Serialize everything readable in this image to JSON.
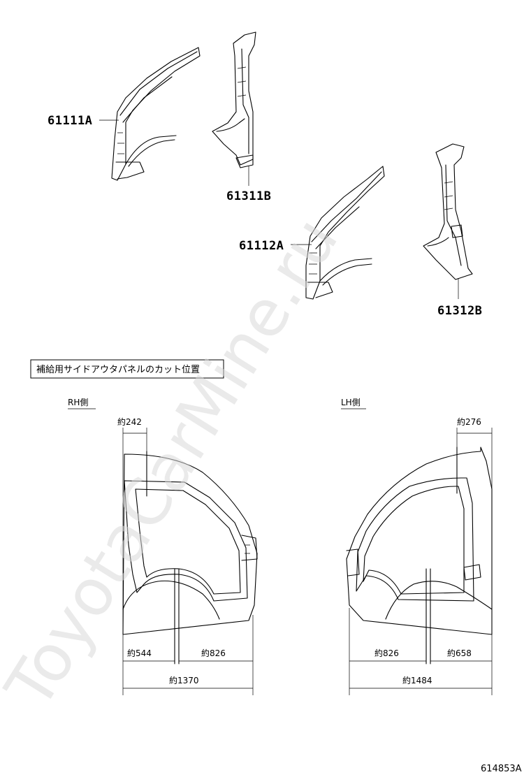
{
  "parts": [
    {
      "id": "61111A"
    },
    {
      "id": "61311B"
    },
    {
      "id": "61112A"
    },
    {
      "id": "61312B"
    }
  ],
  "note_box": {
    "text": "補給用サイドアウタパネルのカット位置"
  },
  "rh": {
    "side_label": "RH側",
    "dim_top": "約242",
    "dim_left": "約544",
    "dim_right": "約826",
    "dim_total": "約1370"
  },
  "lh": {
    "side_label": "LH側",
    "dim_top": "約276",
    "dim_left": "約826",
    "dim_right": "約658",
    "dim_total": "約1484"
  },
  "watermark": "ToyotaCarMine.ru",
  "figure_number": "614853A"
}
